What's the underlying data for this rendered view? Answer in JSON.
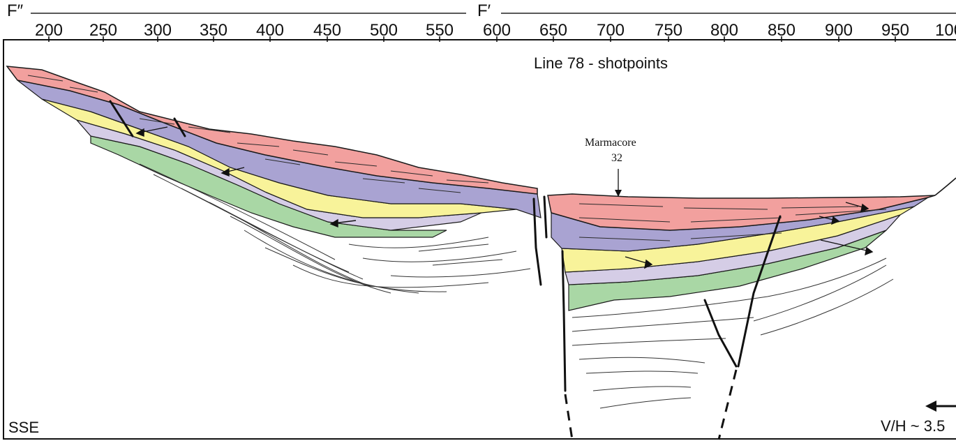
{
  "header": {
    "left_marker": "F″",
    "mid_marker": "F′",
    "ticks": [
      "200",
      "250",
      "300",
      "350",
      "400",
      "450",
      "500",
      "550",
      "600",
      "650",
      "700",
      "750",
      "800",
      "850",
      "900",
      "950",
      "100"
    ]
  },
  "title": "Line 78 - shotpoints",
  "core": {
    "name": "Marmacore",
    "number": "32"
  },
  "direction": "SSE",
  "ratio": "V/H ~ 3.5",
  "colors": {
    "red": "#f2a09e",
    "blue": "#a9a3d2",
    "yellow": "#f8f39a",
    "lavender": "#d5cde6",
    "green": "#a9d7a5",
    "line": "#1a1a1a"
  }
}
